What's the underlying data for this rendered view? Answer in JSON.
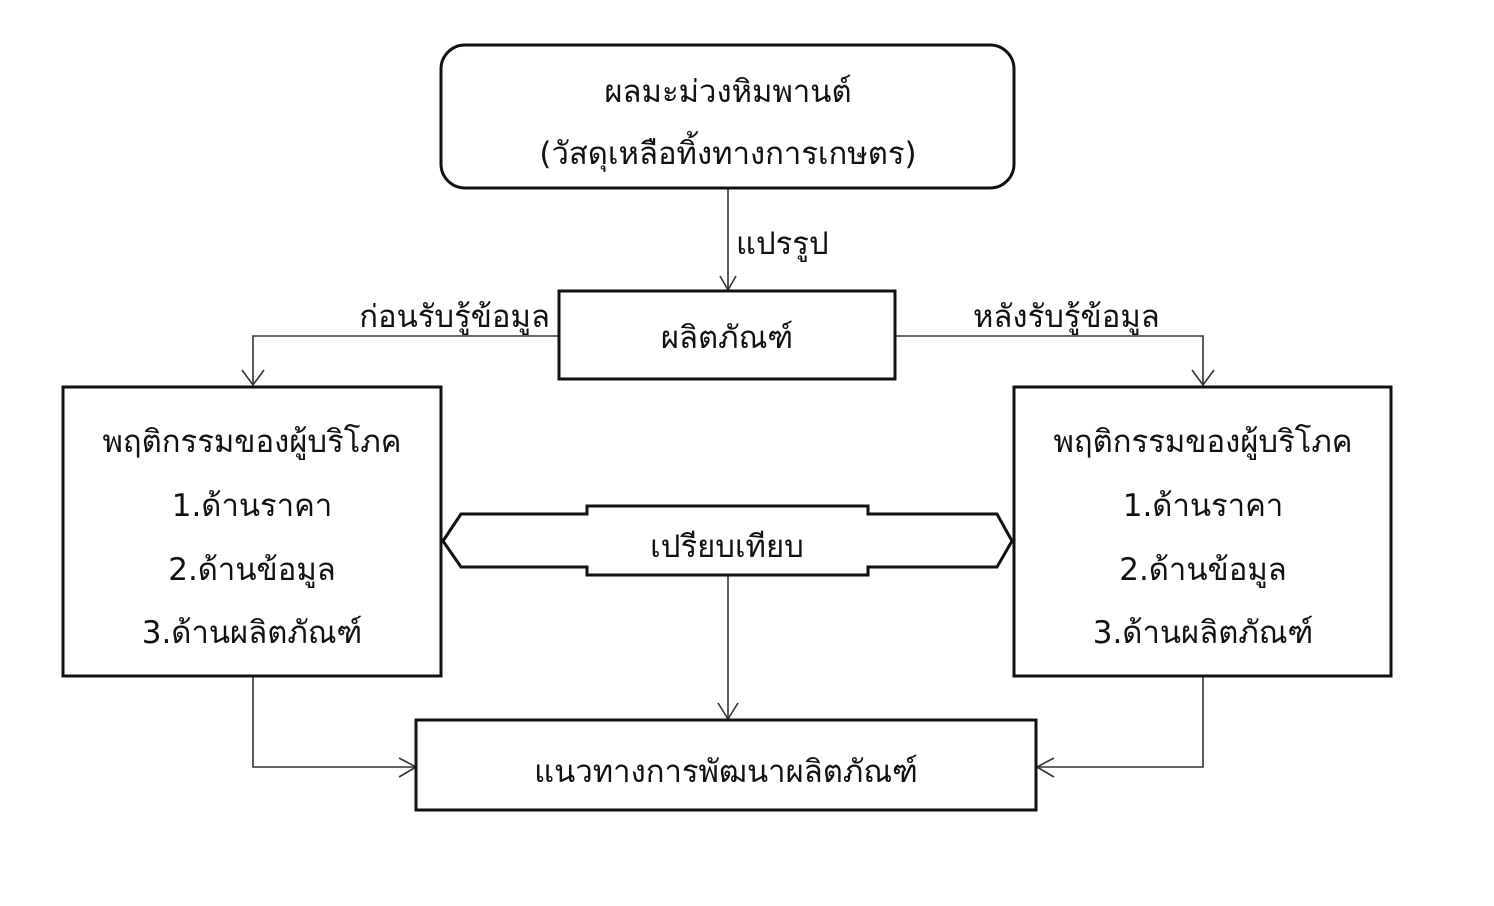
{
  "source_node": {
    "line1": "ผลมะม่วงหิมพานต์",
    "line2": "(วัสดุเหลือทิ้งทางการเกษตร)"
  },
  "process_label": "แปรรูป",
  "product_node": {
    "label": "ผลิตภัณฑ์"
  },
  "before_label": "ก่อนรับรู้ข้อมูล",
  "after_label": "หลังรับรู้ข้อมูล",
  "behavior_left": {
    "title": "พฤติกรรมของผู้บริโภค",
    "items": [
      "1.ด้านราคา",
      "2.ด้านข้อมูล",
      "3.ด้านผลิตภัณฑ์"
    ]
  },
  "behavior_right": {
    "title": "พฤติกรรมของผู้บริโภค",
    "items": [
      "1.ด้านราคา",
      "2.ด้านข้อมูล",
      "3.ด้านผลิตภัณฑ์"
    ]
  },
  "compare_node": {
    "label": "เปรียบเทียบ"
  },
  "result_node": {
    "label": "แนวทางการพัฒนาผลิตภัณฑ์"
  }
}
